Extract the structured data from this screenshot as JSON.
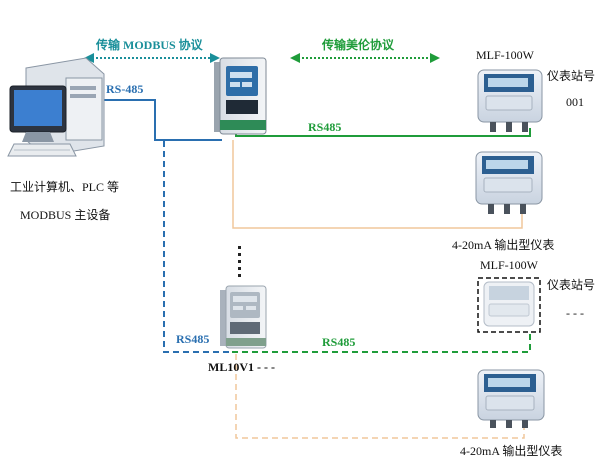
{
  "labels": {
    "modbus_protocol": "传输 MODBUS 协议",
    "meilun_protocol": "传输美伦协议",
    "rs485_hyphen": "RS-485",
    "rs485_top": "RS485",
    "rs485_left": "RS485",
    "rs485_bottom": "RS485",
    "pc_caption_1": "工业计算机、PLC 等",
    "pc_caption_2": "MODBUS 主设备",
    "meter_model_top": "MLF-100W",
    "station_no_top": "仪表站号",
    "station_value_top": "001",
    "analog_output_1": "4-20mA 输出型仪表",
    "meter_model_mid": "MLF-100W",
    "station_no_mid": "仪表站号",
    "station_value_mid": "- - -",
    "converter_model": "ML10V1 - - -",
    "analog_output_2": "4-20mA 输出型仪表"
  },
  "colors": {
    "blue": "#2a6fb0",
    "green": "#1f9c3a",
    "orange": "#f0c79c",
    "teal": "#1a8f9a"
  }
}
